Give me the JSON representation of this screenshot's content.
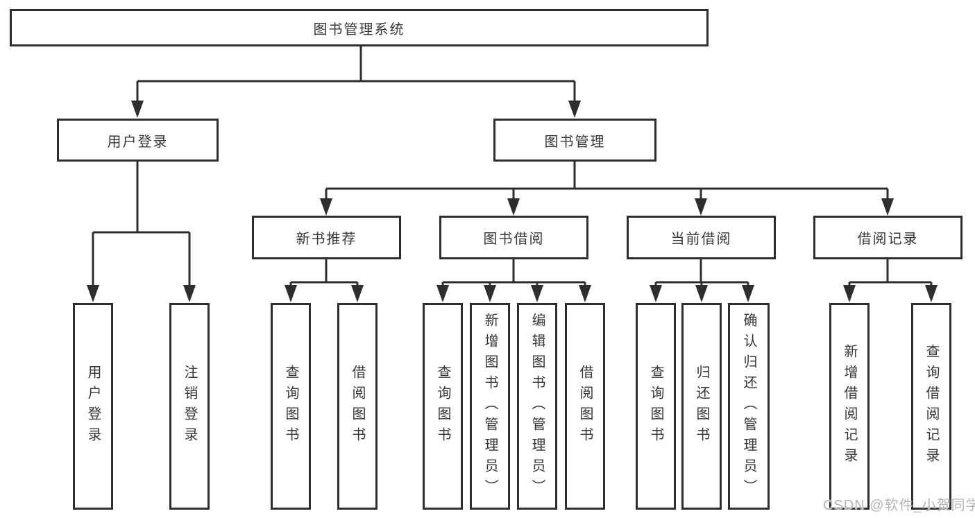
{
  "diagram": {
    "root": {
      "label": "图书管理系统"
    },
    "branches": [
      {
        "label": "用户登录",
        "children": [
          {
            "label": "用户登录"
          },
          {
            "label": "注销登录"
          }
        ]
      },
      {
        "label": "图书管理",
        "children": [
          {
            "label": "新书推荐",
            "children": [
              {
                "label": "查询图书"
              },
              {
                "label": "借阅图书"
              }
            ]
          },
          {
            "label": "图书借阅",
            "children": [
              {
                "label": "查询图书"
              },
              {
                "label": "新增图书（管理员）"
              },
              {
                "label": "编辑图书（管理员）"
              },
              {
                "label": "借阅图书"
              }
            ]
          },
          {
            "label": "当前借阅",
            "children": [
              {
                "label": "查询图书"
              },
              {
                "label": "归还图书"
              },
              {
                "label": "确认归还（管理员）"
              }
            ]
          },
          {
            "label": "借阅记录",
            "children": [
              {
                "label": "新增借阅记录"
              },
              {
                "label": "查询借阅记录"
              }
            ]
          }
        ]
      }
    ]
  },
  "watermark": {
    "text": "CSDN @软件_小贺同学"
  },
  "colors": {
    "line": "#2e2e2e",
    "box_border": "#2e2e2e",
    "box_background": "#ffffff",
    "text": "#363636",
    "watermark_text": "#b5b5b5",
    "page_background": "#ffffff"
  }
}
